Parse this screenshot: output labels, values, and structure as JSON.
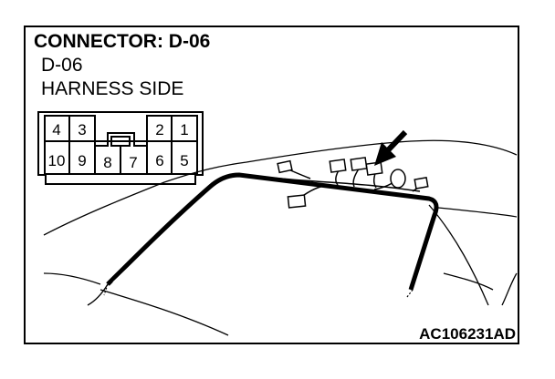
{
  "diagram": {
    "title": "CONNECTOR: D-06",
    "connector_id": "D-06",
    "side_label": "HARNESS SIDE",
    "pins_top": [
      "4",
      "3",
      "2",
      "1"
    ],
    "pins_bottom": [
      "10",
      "9",
      "8",
      "7",
      "6",
      "5"
    ],
    "figure_code": "AC106231AD"
  }
}
